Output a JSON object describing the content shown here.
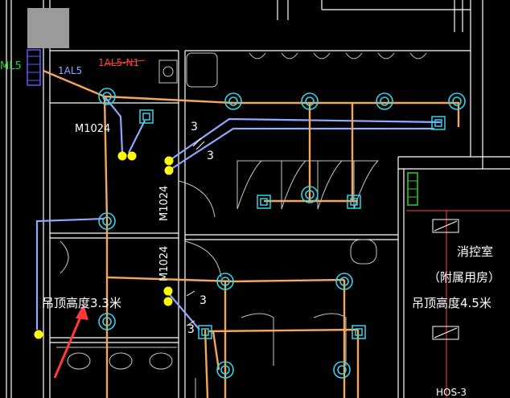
{
  "drawing": {
    "background": "#000000",
    "colors": {
      "wall": "#ffffff",
      "wall_faint": "#9a9a9a",
      "orange_wire": "#f5a65b",
      "blue_wire": "#8fa9ff",
      "red_line": "#ff4040",
      "cyan_fixture": "#35d3e8",
      "yellow_node": "#ffff00",
      "green_marker": "#2fd12f",
      "purple_marker": "#5a5aff",
      "label_text": "#ffffff",
      "arrow": "#ff3a3a"
    },
    "labels": {
      "left_edge": "ML5",
      "circuit_1": "1AL5",
      "circuit_2": "1AL5-N1",
      "door_top": "M1024",
      "door_mid": "M1024",
      "door_low": "M1024",
      "wire_count_a": "3",
      "wire_count_b": "3",
      "wire_count_c": "3",
      "wire_count_d": "3",
      "ceiling_left": "吊顶高度3.3米",
      "room_name": "消控室",
      "room_sub": "（附属用房）",
      "ceiling_right": "吊顶高度4.5米",
      "box_code": "HOS-3"
    }
  }
}
